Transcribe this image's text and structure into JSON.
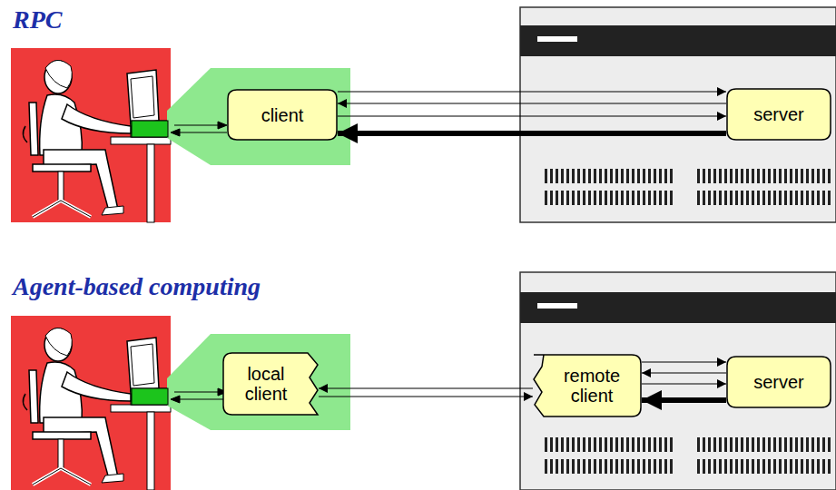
{
  "diagram": {
    "nodes": [
      {
        "text": [
          "client"
        ]
      },
      {
        "text": [
          "server"
        ]
      },
      {
        "text": [
          "local client"
        ]
      },
      {
        "text": [
          "remote client"
        ]
      },
      {
        "text": [
          "server"
        ]
      }
    ],
    "edges": [
      {
        "from": 0,
        "to": 1,
        "arrow": "to"
      },
      {
        "from": 1,
        "to": 0,
        "arrow": "to"
      },
      {
        "from": 0,
        "to": 1,
        "arrow": "to"
      },
      {
        "from": 1,
        "to": 0,
        "arrow": "to"
      },
      {
        "from": 3,
        "to": 2,
        "arrow": "to"
      },
      {
        "from": 2,
        "to": 3,
        "arrow": "to"
      },
      {
        "from": 3,
        "to": 4,
        "arrow": "to"
      },
      {
        "from": 4,
        "to": 3,
        "arrow": "to"
      },
      {
        "from": 3,
        "to": 4,
        "arrow": "to"
      },
      {
        "from": 4,
        "to": 3,
        "arrow": "to"
      }
    ],
    "labels": [
      "RPC",
      "Agent-based computing"
    ]
  }
}
